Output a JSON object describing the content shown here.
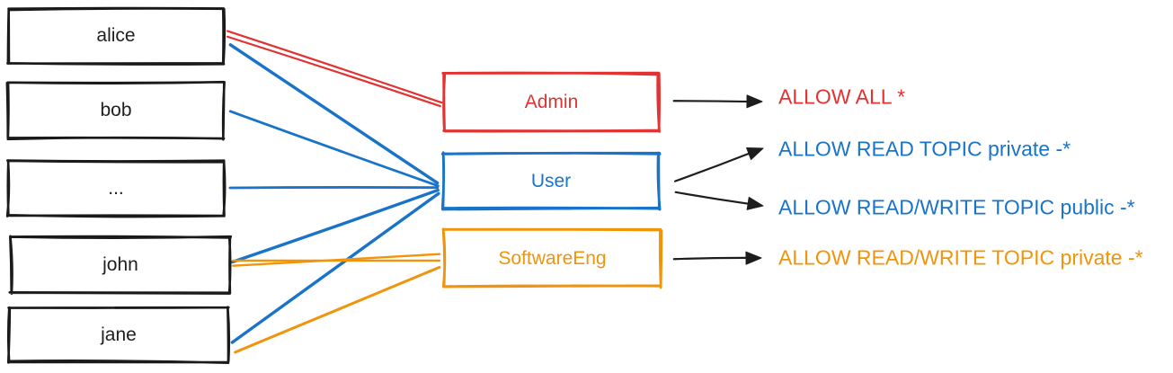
{
  "colors": {
    "red": "#e23232",
    "blue": "#1974c9",
    "orange": "#f0940c",
    "black": "#1d1d1d",
    "box_stroke": "#1a1a1a",
    "background": "#ffffff"
  },
  "users": [
    {
      "label": "alice"
    },
    {
      "label": "bob"
    },
    {
      "label": "..."
    },
    {
      "label": "john"
    },
    {
      "label": "jane"
    }
  ],
  "roles": [
    {
      "label": "Admin",
      "color": "#e23232"
    },
    {
      "label": "User",
      "color": "#1974c9"
    },
    {
      "label": "SoftwareEng",
      "color": "#f0940c"
    }
  ],
  "permissions": [
    {
      "label": "ALLOW ALL *",
      "color": "#e23232"
    },
    {
      "label": "ALLOW READ TOPIC private -*",
      "color": "#1974c9"
    },
    {
      "label": "ALLOW READ/WRITE TOPIC public -*",
      "color": "#1974c9"
    },
    {
      "label": "ALLOW READ/WRITE TOPIC private -*",
      "color": "#f0940c"
    }
  ],
  "connections": [
    {
      "from": "alice",
      "to": "Admin",
      "color": "#e23232"
    },
    {
      "from": "alice",
      "to": "User",
      "color": "#1974c9"
    },
    {
      "from": "bob",
      "to": "User",
      "color": "#1974c9"
    },
    {
      "from": "...",
      "to": "User",
      "color": "#1974c9"
    },
    {
      "from": "john",
      "to": "User",
      "color": "#1974c9"
    },
    {
      "from": "jane",
      "to": "User",
      "color": "#1974c9"
    },
    {
      "from": "john",
      "to": "SoftwareEng",
      "color": "#f0940c"
    },
    {
      "from": "jane",
      "to": "SoftwareEng",
      "color": "#f0940c"
    }
  ],
  "role_permission_arrows": [
    {
      "from": "Admin",
      "to": "ALLOW ALL *"
    },
    {
      "from": "User",
      "to": "ALLOW READ TOPIC private -*"
    },
    {
      "from": "User",
      "to": "ALLOW READ/WRITE TOPIC public -*"
    },
    {
      "from": "SoftwareEng",
      "to": "ALLOW READ/WRITE TOPIC private -*"
    }
  ]
}
